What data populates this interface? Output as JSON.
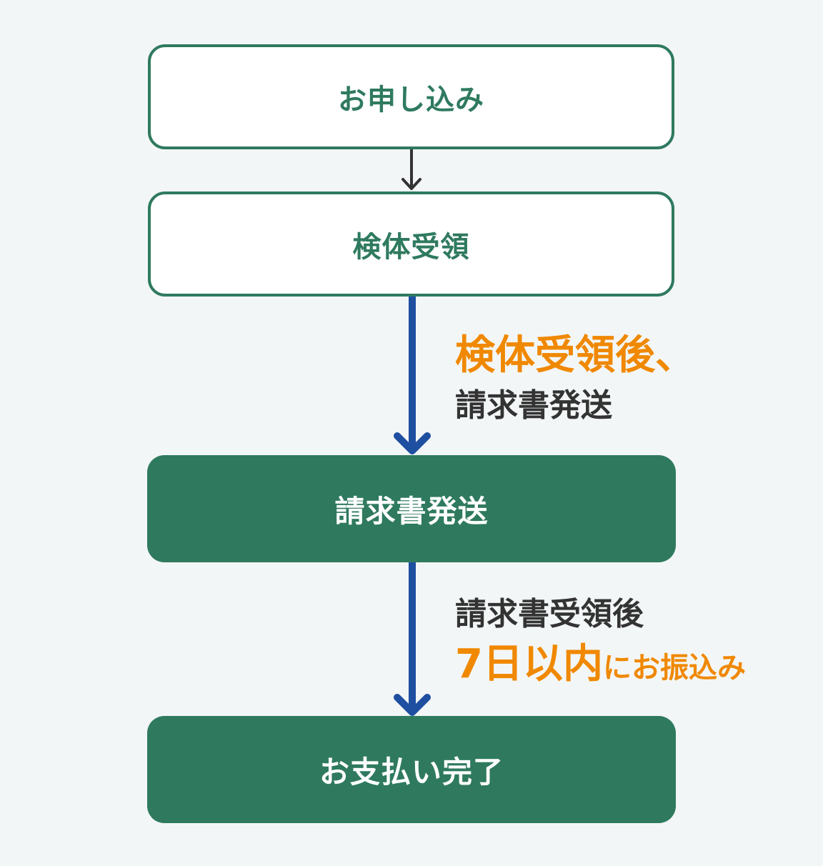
{
  "steps": [
    {
      "label": "お申し込み"
    },
    {
      "label": "検体受領"
    },
    {
      "label": "請求書発送"
    },
    {
      "label": "お支払い完了"
    }
  ],
  "notes": {
    "after_receipt": {
      "highlight": "検体受領後、",
      "text": "請求書発送"
    },
    "payment": {
      "text": "請求書受領後",
      "highlight_big": "7日以内",
      "highlight_small": "にお振込み"
    }
  },
  "colors": {
    "background": "#f3f6f7",
    "green": "#2f7a5f",
    "arrow_blue": "#1e4fa0",
    "arrow_dark": "#333333",
    "orange": "#f08800",
    "text_dark": "#333333"
  }
}
